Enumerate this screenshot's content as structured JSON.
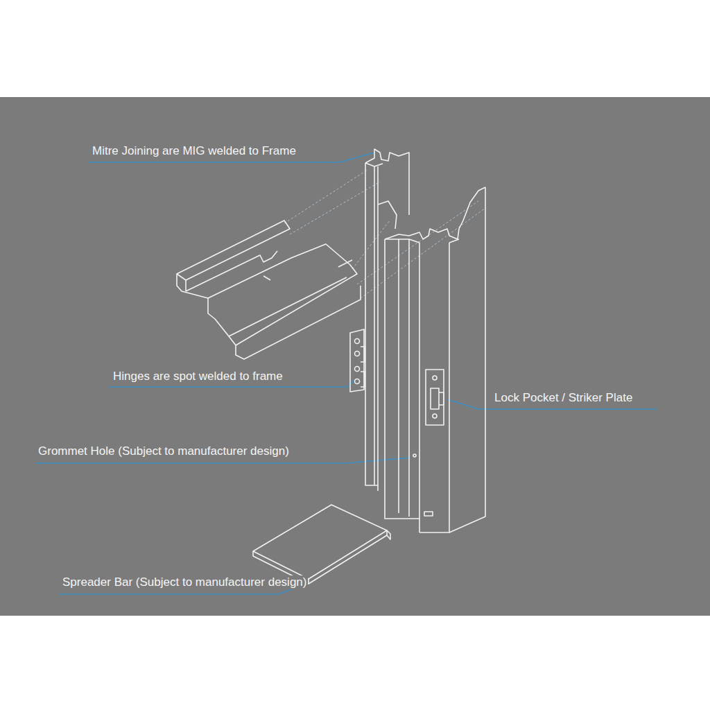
{
  "diagram": {
    "labels": [
      "Mitre Joining are MIG welded to Frame",
      "Hinges are spot welded to frame",
      "Lock Pocket / Striker Plate",
      "Grommet Hole (Subject to manufacturer design)",
      "Spreader Bar (Subject to manufacturer design)"
    ]
  }
}
